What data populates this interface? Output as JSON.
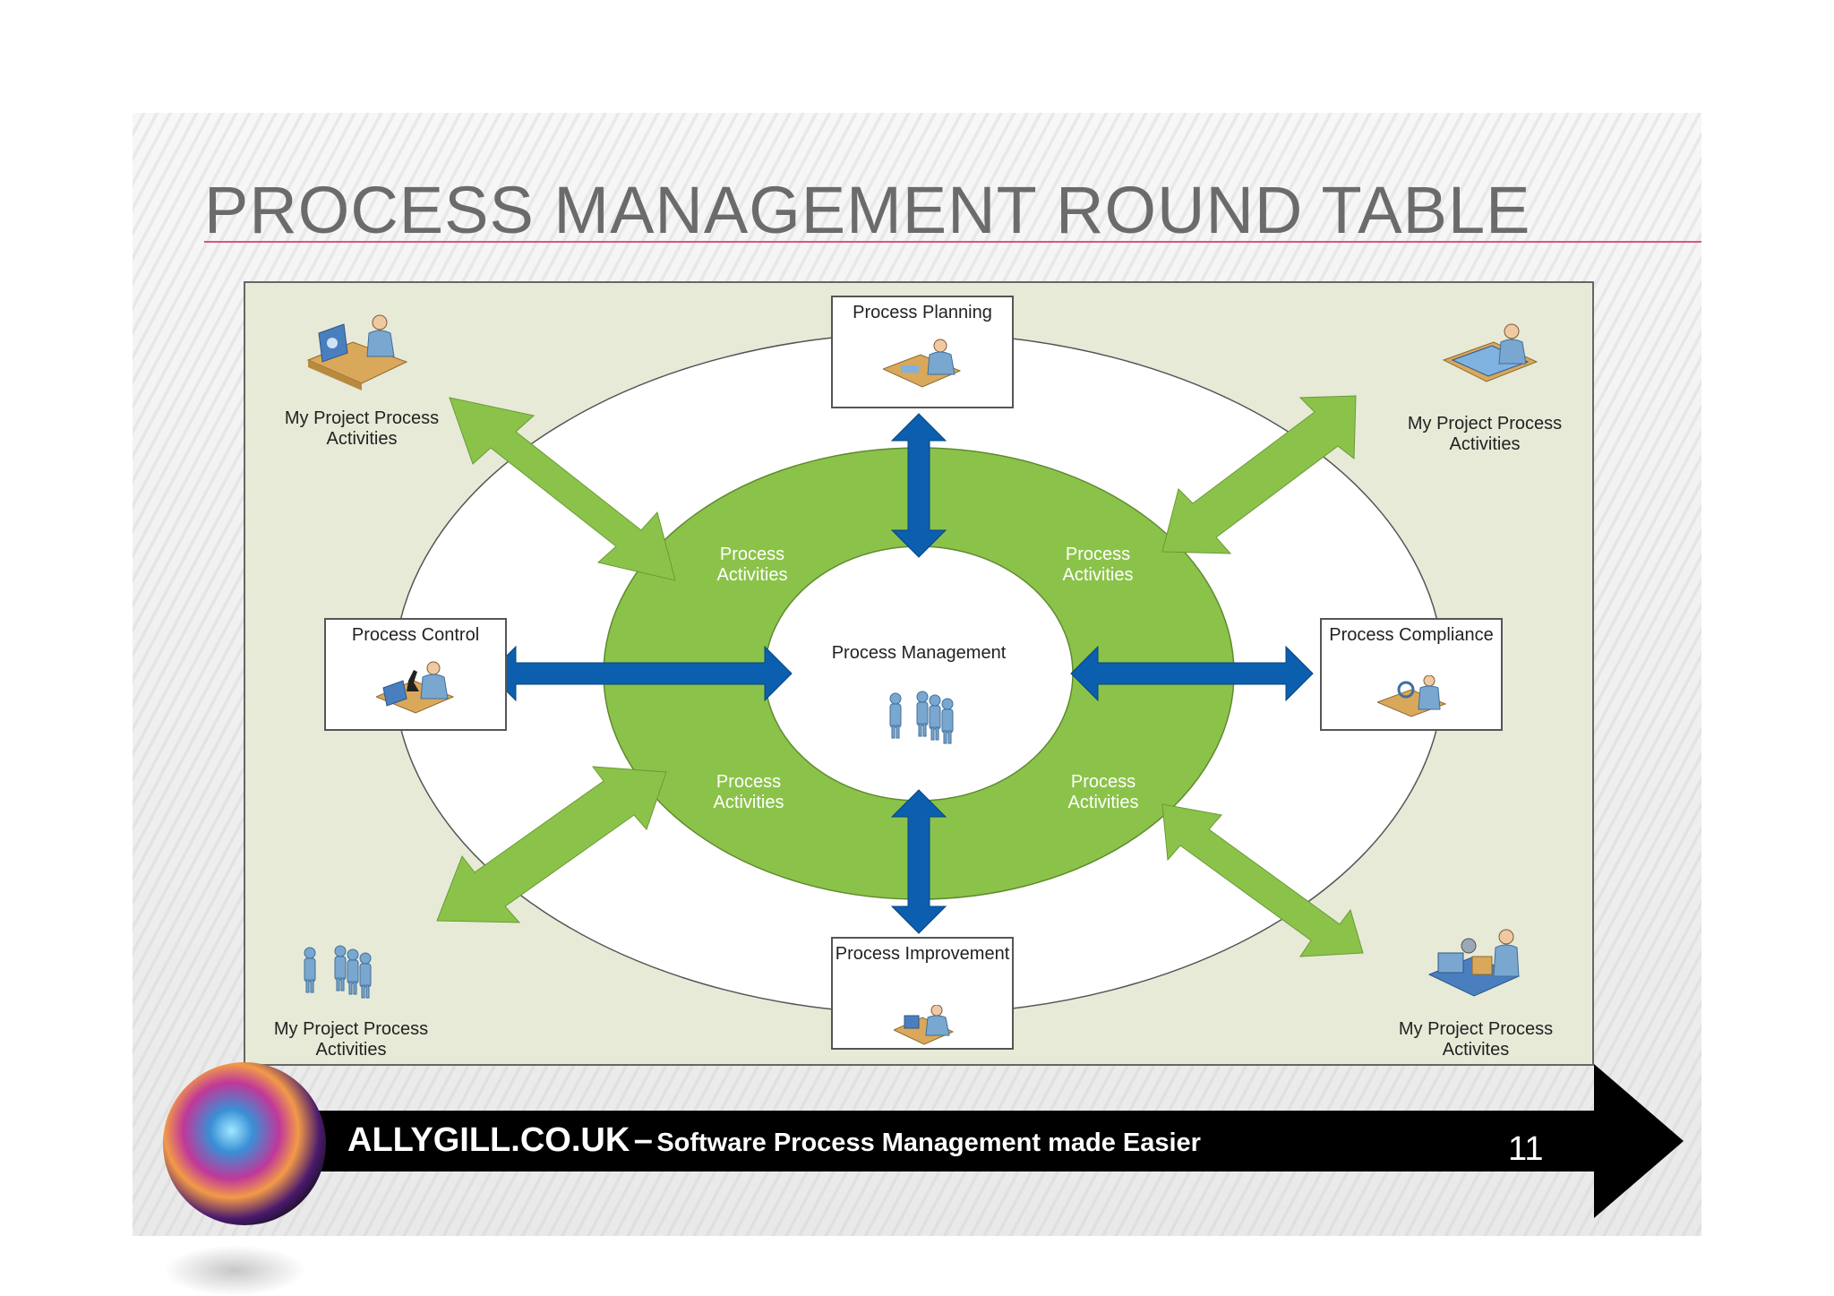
{
  "slide": {
    "title": "PROCESS MANAGEMENT ROUND TABLE",
    "accent_color": "#d8577e"
  },
  "diagram": {
    "center_label": "Process Management",
    "ring_labels": [
      "Process Activities",
      "Process Activities",
      "Process Activities",
      "Process Activities"
    ],
    "boxes": {
      "top": "Process Planning",
      "left": "Process Control",
      "right": "Process Compliance",
      "bottom": "Process Improvement"
    },
    "corners": {
      "top_left": "My Project Process Activities",
      "top_right": "My Project Process Activities",
      "bottom_left": "My Project Process Activities",
      "bottom_right": "My Project Process Activites"
    },
    "colors": {
      "ring_green": "#8bc34a",
      "arrow_green": "#8bc34a",
      "arrow_blue": "#0b5fae",
      "background": "#e7ead7"
    },
    "icons": {
      "top": "person-at-desk-icon",
      "left": "microscope-desk-icon",
      "right": "compliance-desk-icon",
      "bottom": "person-at-desk-icon",
      "center": "group-of-people-icon",
      "top_left": "person-with-monitor-icon",
      "top_right": "person-with-blueprint-icon",
      "bottom_left": "group-of-people-icon",
      "bottom_right": "factory-machine-icon"
    }
  },
  "footer": {
    "site": "ALLYGILL.CO.UK",
    "dash": "–",
    "tagline": "Software Process Management made Easier",
    "page_number": "11",
    "logo": "swirl-logo-icon"
  }
}
